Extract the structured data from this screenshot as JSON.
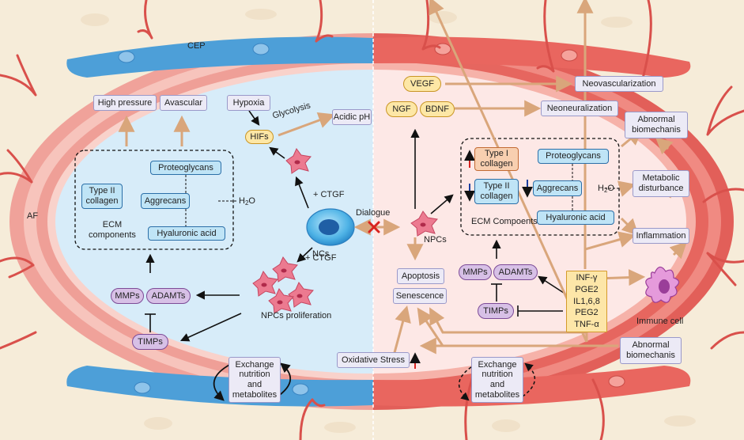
{
  "labels": {
    "cep": "CEP",
    "af": "AF",
    "glycolysis": "Glycolysis",
    "ctgf_top": "+ CTGF",
    "ctgf_bottom": "+ CTGF",
    "ncs": "NCs",
    "dialogue": "Dialogue",
    "npcs": "NPCs",
    "npcs_proliferation": "NPCs proliferation",
    "immune_cell": "Immune cell",
    "h2o_left_h": "H",
    "h2o_left_sub": "2",
    "h2o_left_o": "O",
    "h2o_right_h": "H",
    "h2o_right_sub": "2",
    "h2o_right_o": "O"
  },
  "left": {
    "high_pressure": "High pressure",
    "avascular": "Avascular",
    "hypoxia": "Hypoxia",
    "acidic_ph": "Acidic pH",
    "hifs": "HIFs",
    "type2_collagen_l1": "Type II",
    "type2_collagen_l2": "collagen",
    "proteoglycans": "Proteoglycans",
    "aggrecans": "Aggrecans",
    "hyaluronic_acid": "Hyaluronic acid",
    "ecm_l1": "ECM",
    "ecm_l2": "components",
    "mmps": "MMPs",
    "adamts": "ADAMTs",
    "timps": "TIMPs",
    "exchange_l1": "Exchange",
    "exchange_l2": "nutrition",
    "exchange_l3": "and",
    "exchange_l4": "metabolites"
  },
  "right": {
    "vegf": "VEGF",
    "ngf": "NGF",
    "bdnf": "BDNF",
    "neovascularization": "Neovascularization",
    "neoneuralization": "Neoneuralization",
    "abnormal_biomech_top_l1": "Abnormal",
    "abnormal_biomech_top_l2": "biomechanis",
    "metabolic_l1": "Metabolic",
    "metabolic_l2": "disturbance",
    "inflammation": "Inflammation",
    "type1_collagen_l1": "Type I",
    "type1_collagen_l2": "collagen",
    "type2_collagen_l1": "Type II",
    "type2_collagen_l2": "collagen",
    "proteoglycans": "Proteoglycans",
    "aggrecans": "Aggrecans",
    "hyaluronic_acid": "Hyaluronic acid",
    "ecm_compoents": "ECM Compoents",
    "apoptosis": "Apoptosis",
    "senescence": "Senescence",
    "mmps": "MMPs",
    "adamts": "ADAMTs",
    "timps": "TIMPs",
    "inf_l1": "INF-γ",
    "inf_l2": "PGE2",
    "inf_l3": "IL1,6,8",
    "inf_l4": "PEG2",
    "inf_l5": "TNF-α",
    "oxidative_stress": "Oxidative Stress",
    "abnormal_biomech_bottom_l1": "Abnormal",
    "abnormal_biomech_bottom_l2": "biomechanis",
    "exchange_l1": "Exchange",
    "exchange_l2": "nutrition",
    "exchange_l3": "and",
    "exchange_l4": "metabolites"
  },
  "colors": {
    "left_bg": "#d7ecf9",
    "right_bg": "#fde8e6",
    "af_ring": "#f0a29a",
    "af_ring_dark": "#e2665f",
    "cep_blue": "#4d9fd8",
    "bone": "#f6ecd9",
    "tan_arrow": "#d9a67b",
    "npc_pink": "#ea6f86"
  }
}
